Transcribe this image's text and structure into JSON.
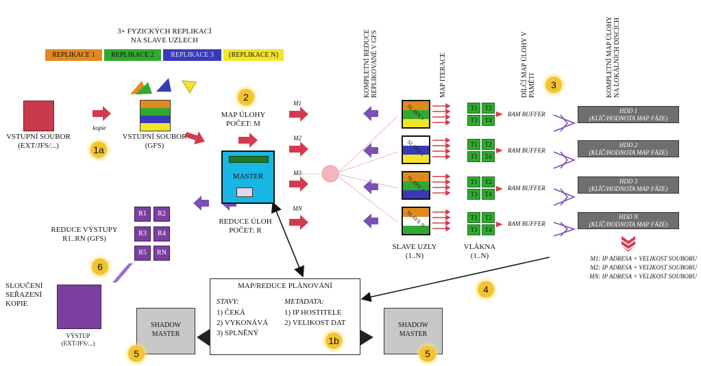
{
  "replications": {
    "title_line1": "3+ FYZICKÝCH REPLIKACÍ",
    "title_line2": "NA SLAVE UZLECH",
    "labels": [
      "REPLIKACE 1",
      "REPLIKACE 2",
      "REPLIKACE 3",
      "{REPLIKACE N}"
    ],
    "colors": [
      "#e08a1e",
      "#2faa2f",
      "#3a3ab8",
      "#f2e52a"
    ]
  },
  "input": {
    "local_line1": "VSTUPNÍ SOUBOR",
    "local_line2": "(EXT/JFS/...)",
    "copy_label": "kopie",
    "gfs_line1": "VSTUPNÍ SOUBOR",
    "gfs_line2": "(GFS)",
    "step": "1a"
  },
  "master": {
    "label": "MASTER",
    "map_tasks_line1": "MAP ÚLOHY",
    "map_tasks_line2": "POČET: M",
    "reduce_tasks_line1": "REDUCE ÚLOH",
    "reduce_tasks_line2": "POČET: R",
    "step": "2",
    "map_labels": [
      "M1",
      "M2",
      "M3",
      "MN"
    ]
  },
  "reduce_outputs": {
    "boxes": [
      "R1",
      "R2",
      "R3",
      "R4",
      "R5",
      "RN"
    ],
    "label_line1": "REDUCE VÝSTUPY",
    "label_line2": "R1..RN (GFS)",
    "step": "6"
  },
  "merge": {
    "line1": "SLOUČENÍ",
    "line2": "SEŘAZENÍ",
    "line3": "KOPIE",
    "output_line1": "VÝSTUP",
    "output_line2": "(EXT/JFS/...)"
  },
  "scheduling": {
    "title": "MAP/REDUCE PLÁNOVÁNÍ",
    "states_header": "STAVY:",
    "states": [
      "1) ČEKÁ",
      "2) VYKONÁVÁ",
      "3) SPLNĚNÝ"
    ],
    "metadata_header": "METADATA:",
    "metadata": [
      "1) IP HOSTITELE",
      "2) VELIKOST DAT"
    ],
    "step": "1b"
  },
  "shadow_masters": {
    "line1": "SHADOW",
    "line2": "MASTER",
    "step": "5"
  },
  "columns": {
    "complete_reduce": "KOMPLETNÍ REDUCE REPLIKOVANÉ V GFS",
    "map_iteration": "MAP ITERACE",
    "partial_map": "DÍLČÍ MAP ÚLOHY V PAMĚTI",
    "complete_map": "KOMPLETNÍ MAP ÚLOHY NA LOKÁLNÍCH DISCÍCH",
    "partial_step": "3"
  },
  "slaves": {
    "labels": [
      "SLAVE 1",
      "SLAVE 2",
      "SLAVE 3",
      "SLAVE N"
    ],
    "footer_line1": "SLAVE UZLY",
    "footer_line2": "(1..N)"
  },
  "threads": {
    "labels": [
      "T1",
      "T2",
      "T3",
      "T4"
    ],
    "footer_line1": "VLÁKNA",
    "footer_line2": "(1..N)",
    "buffer_label": "RAM BUFFER"
  },
  "hdds": [
    {
      "name": "HDD 1",
      "detail": "(KLÍČ/HODNOTA MAP FÁZE)"
    },
    {
      "name": "HDD 2",
      "detail": "(KLÍČ/HODNOTA MAP FÁZE)"
    },
    {
      "name": "HDD 3",
      "detail": "(KLÍČ/HODNOTA MAP FÁZE)"
    },
    {
      "name": "HDD N",
      "detail": "(KLÍČ/HODNOTA MAP FÁZE)"
    }
  ],
  "report": {
    "lines": [
      "M1: IP ADRESA + VELIKOST SOUBORU",
      "M2: IP ADRESA + VELIKOST SOUBORU",
      "MN: IP ADRESA + VELIKOST SOUBORU"
    ],
    "step": "4"
  }
}
